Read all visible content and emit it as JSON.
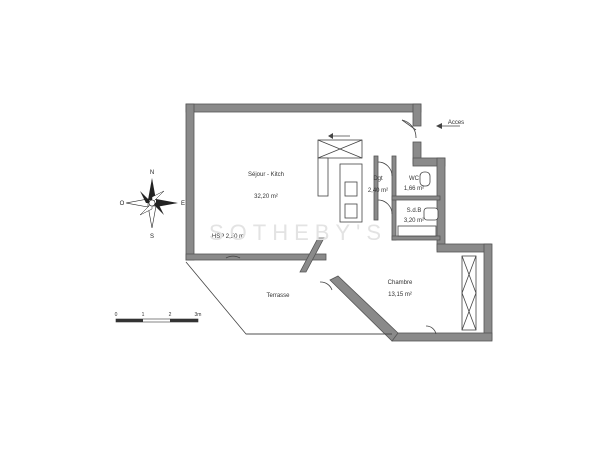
{
  "rooms": {
    "sejour": {
      "name": "Séjour - Kitch",
      "area": "32,20 m²"
    },
    "dgt": {
      "name": "Dgt",
      "area": "2,40 m²"
    },
    "wc": {
      "name": "WC",
      "area": "1,66 m²"
    },
    "sdb": {
      "name": "S.d.B",
      "area": "3,20 m²"
    },
    "chambre": {
      "name": "Chambre",
      "area": "13,15 m²"
    },
    "terrasse": {
      "name": "Terrasse"
    }
  },
  "annotations": {
    "hsp": "HSP 2,50 m",
    "acces": "Acces"
  },
  "compass": {
    "n": "N",
    "s": "S",
    "e": "E",
    "o": "O"
  },
  "scale": {
    "ticks": [
      "0",
      "1",
      "2",
      "3m"
    ]
  },
  "watermark": "SOTHEBY'S",
  "colors": {
    "wall": "#8a8a8a",
    "line": "#444444",
    "background": "#ffffff"
  }
}
